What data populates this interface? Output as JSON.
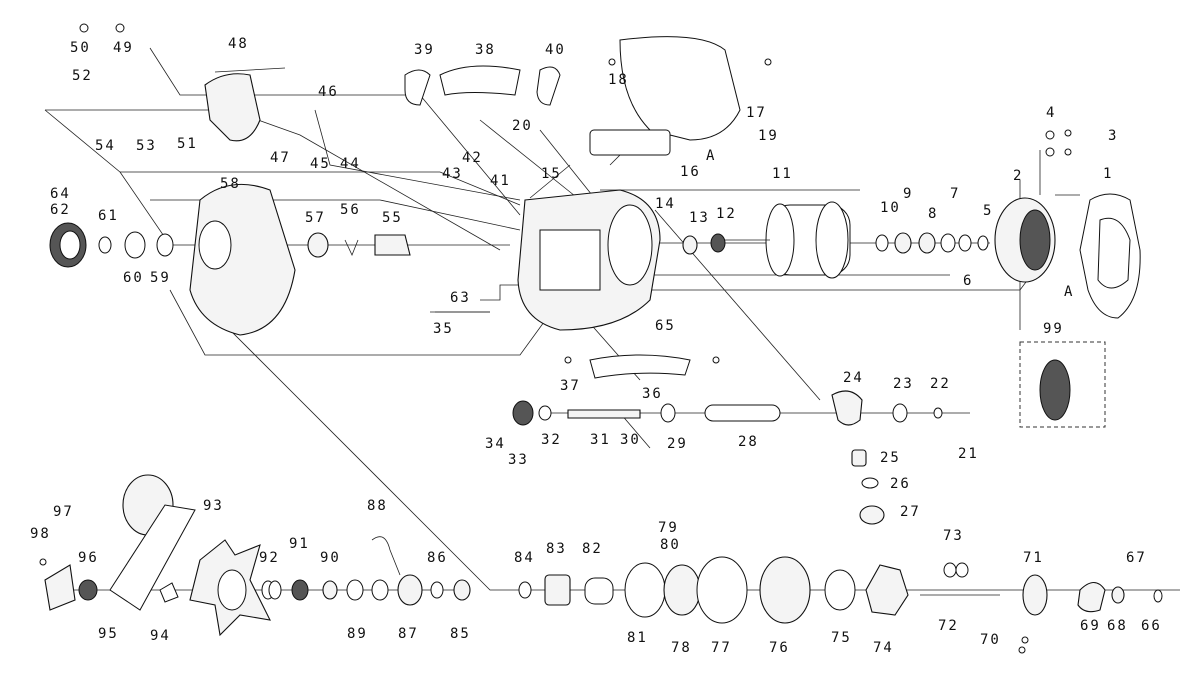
{
  "diagram": {
    "part_numbers": [
      "1",
      "2",
      "3",
      "4",
      "5",
      "6",
      "7",
      "8",
      "9",
      "10",
      "11",
      "12",
      "13",
      "14",
      "15",
      "16",
      "17",
      "18",
      "19",
      "20",
      "21",
      "22",
      "23",
      "24",
      "25",
      "26",
      "27",
      "28",
      "29",
      "30",
      "31",
      "32",
      "33",
      "34",
      "35",
      "36",
      "37",
      "38",
      "39",
      "40",
      "41",
      "42",
      "43",
      "44",
      "45",
      "46",
      "47",
      "48",
      "49",
      "50",
      "51",
      "52",
      "53",
      "54",
      "55",
      "56",
      "57",
      "58",
      "59",
      "60",
      "61",
      "62",
      "63",
      "64",
      "65",
      "66",
      "67",
      "68",
      "69",
      "70",
      "71",
      "72",
      "73",
      "74",
      "75",
      "76",
      "77",
      "78",
      "79",
      "80",
      "81",
      "82",
      "83",
      "84",
      "85",
      "86",
      "87",
      "88",
      "89",
      "90",
      "91",
      "92",
      "93",
      "94",
      "95",
      "96",
      "97",
      "98",
      "99"
    ],
    "ref_mark": "A"
  }
}
